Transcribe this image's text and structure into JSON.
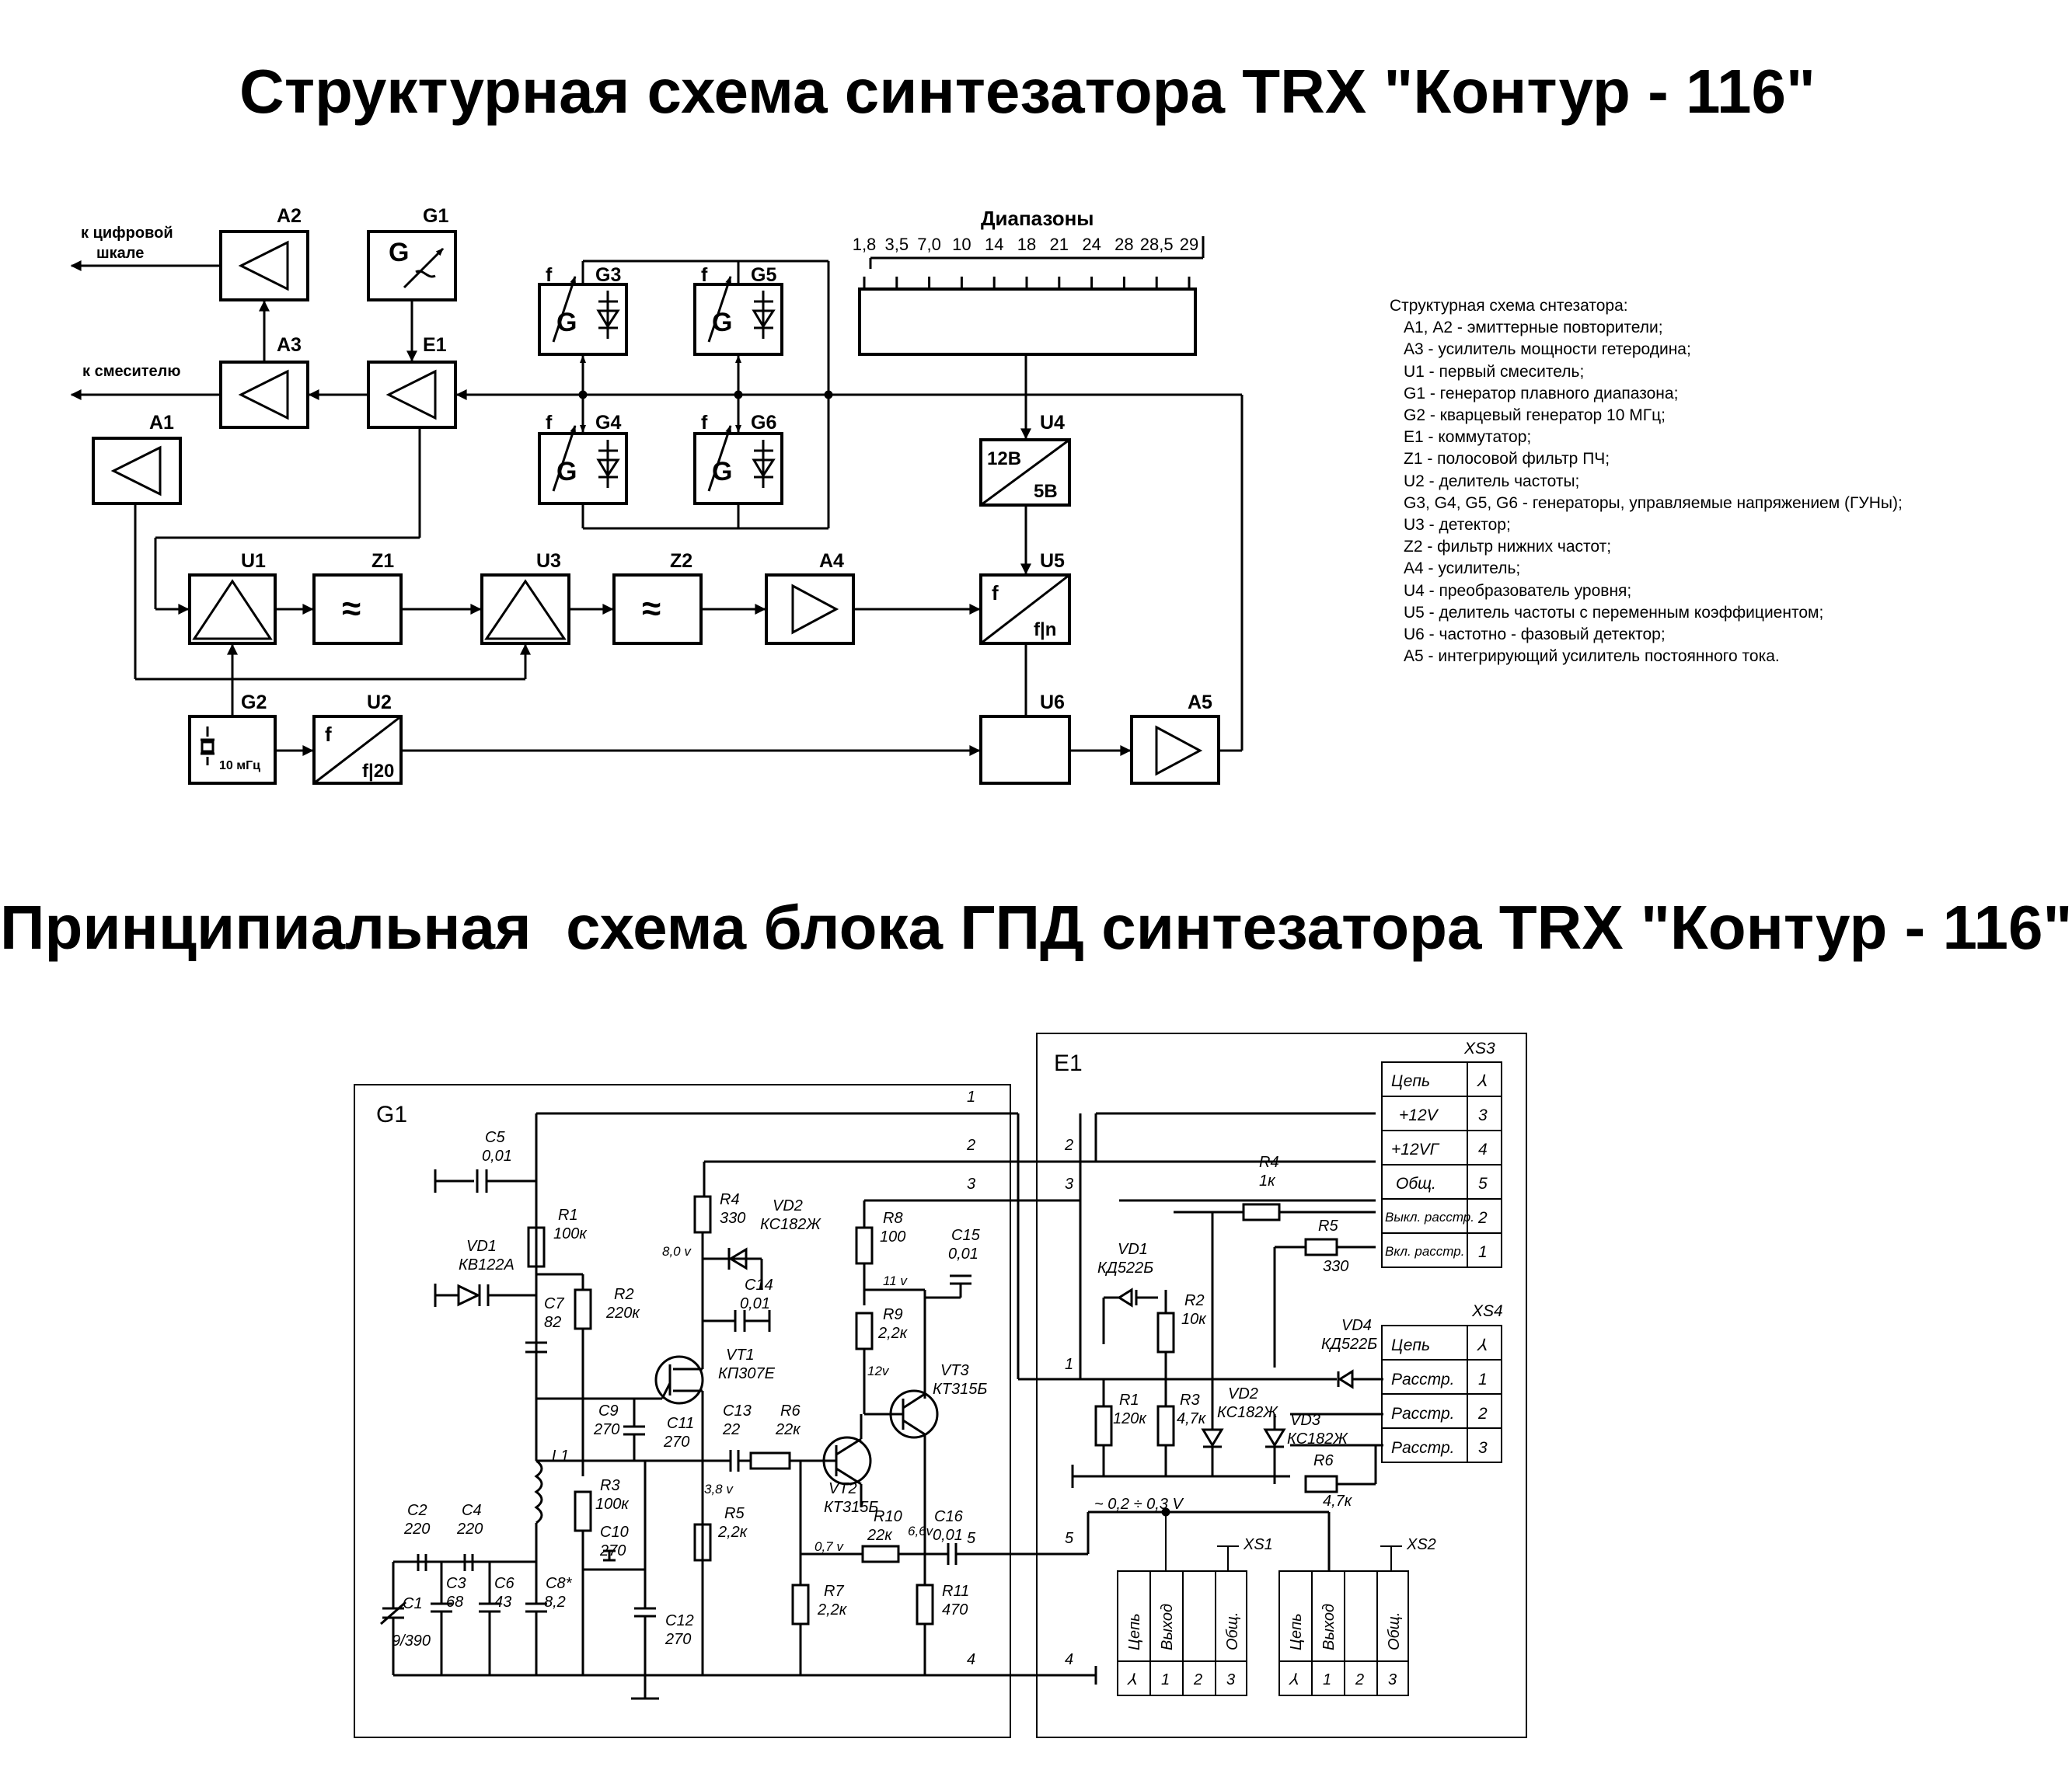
{
  "titles": {
    "structural": "Структурная схема синтезатора TRX \"Контур - 116\"",
    "principal": "Принципиальная  схема блока ГПД синтезатора TRX \"Контур - 116\""
  },
  "block_diagram": {
    "blocks": {
      "A1": "A1",
      "A2": "A2",
      "A3": "A3",
      "A4": "A4",
      "A5": "A5",
      "E1": "E1",
      "G1": "G1",
      "G2": "G2",
      "G3": "G3",
      "G4": "G4",
      "G5": "G5",
      "G6": "G6",
      "U1": "U1",
      "U2": "U2",
      "U3": "U3",
      "U4": "U4",
      "U5": "U5",
      "U6": "U6",
      "Z1": "Z1",
      "Z2": "Z2"
    },
    "inner": {
      "g": "G",
      "f": "f",
      "u2_bottom": "f|20",
      "u5_bottom": "f|n",
      "u4_top": "12В",
      "u4_bottom": "5В",
      "g2_freq": "10 мГц",
      "filter": "≈"
    },
    "outputs": {
      "digital_line1": "к цифровой",
      "digital_line2": "шкале",
      "mixer": "к смесителю"
    },
    "bands_title": "Диапазоны",
    "bands": [
      "1,8",
      "3,5",
      "7,0",
      "10",
      "14",
      "18",
      "21",
      "24",
      "28",
      "28,5",
      "29"
    ]
  },
  "legend": {
    "title": "Структурная схема снтезатора:",
    "items": [
      "А1, А2 - эмиттерные повторители;",
      "А3 - усилитель мощности гетеродина;",
      "U1 - первый смеситель;",
      "G1 - генератор плавного диапазона;",
      "G2 - кварцевый генератор 10 МГц;",
      "Е1 - коммутатор;",
      "Z1 - полосовой фильтр ПЧ;",
      "U2 - делитель частоты;",
      "G3, G4, G5, G6 - генераторы, управляемые напряжением (ГУНы);",
      "U3 - детектор;",
      "Z2 - фильтр нижних частот;",
      "А4 - усилитель;",
      "U4 - преобразователь уровня;",
      "U5 - делитель частоты с переменным коэффициентом;",
      "U6 - частотно - фазовый детектор;",
      "А5 - интегрирующий усилитель постоянного тока."
    ]
  },
  "schematic": {
    "g1_label": "G1",
    "e1_label": "E1",
    "components": {
      "C5": "C5",
      "C5v": "0,01",
      "R1": "R1",
      "R1v": "100к",
      "VD1": "VD1",
      "VD1v": "КВ122А",
      "C7": "C7",
      "C7v": "82",
      "R2": "R2",
      "R2v": "220к",
      "R4": "R4",
      "R4v": "330",
      "VD2": "VD2",
      "VD2v": "КС182Ж",
      "C14": "C14",
      "C14v": "0,01",
      "VT1": "VT1",
      "VT1v": "КП307Е",
      "C9": "C9",
      "C9v": "270",
      "C11": "C11",
      "C11v": "270",
      "C13": "C13",
      "C13v": "22",
      "R6": "R6",
      "R6v": "22к",
      "R3": "R3",
      "R3v": "100к",
      "C10": "C10",
      "C10v": "270",
      "L1": "L1",
      "C2": "C2",
      "C2v": "220",
      "C4": "C4",
      "C4v": "220",
      "C3": "C3",
      "C3v": "68",
      "C6": "C6",
      "C6v": "43",
      "C8": "C8*",
      "C8v": "8,2",
      "C1": "C1",
      "C1v": "9/390",
      "C12": "C12",
      "C12v": "270",
      "R5": "R5",
      "R5v": "2,2к",
      "R8": "R8",
      "R8v": "100",
      "C15": "C15",
      "C15v": "0,01",
      "R9": "R9",
      "R9v": "2,2к",
      "VT3": "VT3",
      "VT3v": "КТ315Б",
      "VT2": "VT2",
      "VT2v": "КТ315Б",
      "R10": "R10",
      "R10v": "22к",
      "C16": "C16",
      "C16v": "0,01",
      "R7": "R7",
      "R7v": "2,2к",
      "R11": "R11",
      "R11v": "470"
    },
    "voltages": {
      "v8": "8,0 v",
      "v11": "11 v",
      "v12": "12v",
      "v38": "3,8 v",
      "v07": "0,7 v",
      "v66": "6,6v"
    },
    "e1_components": {
      "R4": "R4",
      "R4v": "1к",
      "R5": "R5",
      "R5v": "330",
      "VD1": "VD1",
      "VD1v": "КД522Б",
      "R2": "R2",
      "R2v": "10к",
      "R1": "R1",
      "R1v": "120к",
      "R3": "R3",
      "R3v": "4,7к",
      "VD2": "VD2",
      "VD2v": "КС182Ж",
      "VD3": "VD3",
      "VD3v": "КС182Ж",
      "R6": "R6",
      "R6v": "4,7к",
      "VD4": "VD4",
      "VD4v": "КД522Б"
    },
    "range_note": "~ 0,2 ÷ 0,3 V",
    "pins": [
      "1",
      "2",
      "3",
      "4",
      "5"
    ],
    "xs3": {
      "name": "XS3",
      "rows": [
        {
          "label": "Цепь",
          "pin": "⅄"
        },
        {
          "label": "+12V",
          "pin": "3"
        },
        {
          "label": "+12VГ",
          "pin": "4"
        },
        {
          "label": "Общ.",
          "pin": "5"
        },
        {
          "label": "Выкл. расстр.",
          "pin": "2"
        },
        {
          "label": "Вкл. расстр.",
          "pin": "1"
        }
      ]
    },
    "xs4": {
      "name": "XS4",
      "rows": [
        {
          "label": "Цепь",
          "pin": "⅄"
        },
        {
          "label": "Расстр.",
          "pin": "1"
        },
        {
          "label": "Расстр.",
          "pin": "2"
        },
        {
          "label": "Расстр.",
          "pin": "3"
        }
      ]
    },
    "xs1": {
      "name": "XS1",
      "cols": [
        "Цепь",
        "Выход",
        "Общ."
      ],
      "pins": [
        "⅄",
        "1",
        "2",
        "3"
      ]
    },
    "xs2": {
      "name": "XS2",
      "cols": [
        "Цепь",
        "Выход",
        "Общ."
      ],
      "pins": [
        "⅄",
        "1",
        "2",
        "3"
      ]
    }
  }
}
